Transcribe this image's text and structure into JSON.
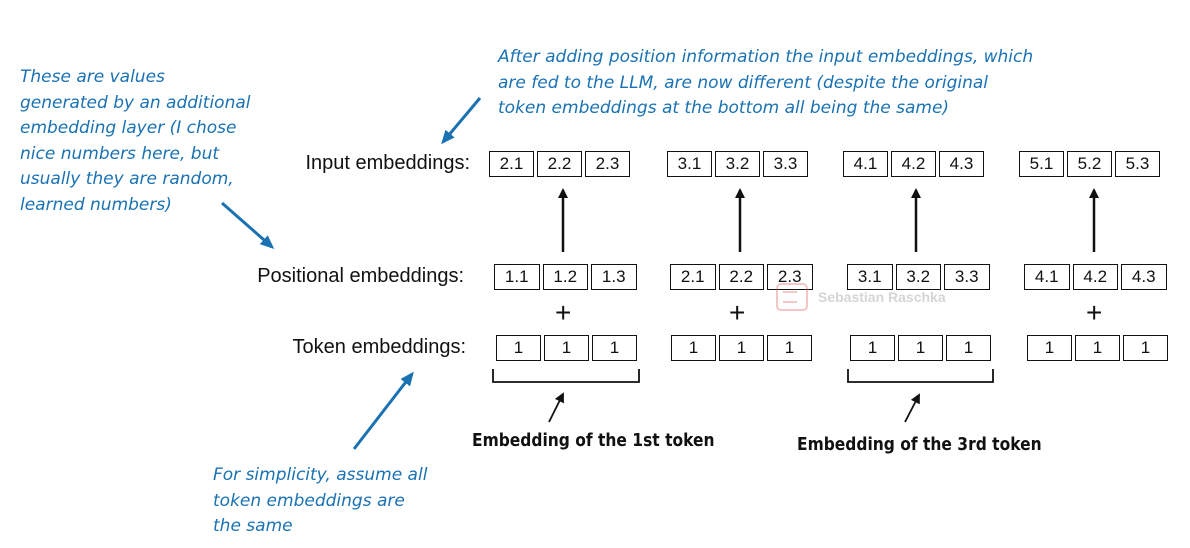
{
  "notes": {
    "top_right": "After adding position information the input embeddings, which\nare fed to the LLM, are now different (despite the original\ntoken embeddings at the bottom all being the same)",
    "left": "These are values\ngenerated by an additional\nembedding layer (I chose\nnice numbers here, but\nusually they are random,\nlearned numbers)",
    "bottom_left": "For simplicity, assume all\ntoken embeddings are\nthe same"
  },
  "labels": {
    "input": "Input embeddings:",
    "positional": "Positional embeddings:",
    "token": "Token embeddings:"
  },
  "tokens": [
    {
      "input": [
        "2.1",
        "2.2",
        "2.3"
      ],
      "positional": [
        "1.1",
        "1.2",
        "1.3"
      ],
      "token": [
        "1",
        "1",
        "1"
      ]
    },
    {
      "input": [
        "3.1",
        "3.2",
        "3.3"
      ],
      "positional": [
        "2.1",
        "2.2",
        "2.3"
      ],
      "token": [
        "1",
        "1",
        "1"
      ]
    },
    {
      "input": [
        "4.1",
        "4.2",
        "4.3"
      ],
      "positional": [
        "3.1",
        "3.2",
        "3.3"
      ],
      "token": [
        "1",
        "1",
        "1"
      ]
    },
    {
      "input": [
        "5.1",
        "5.2",
        "5.3"
      ],
      "positional": [
        "4.1",
        "4.2",
        "4.3"
      ],
      "token": [
        "1",
        "1",
        "1"
      ]
    }
  ],
  "plus_symbol": "+",
  "captions": {
    "first": "Embedding of the 1st token",
    "third": "Embedding of the 3rd token"
  },
  "watermark": "Sebastian Raschka",
  "colors": {
    "annotation": "#1a72b3",
    "ink": "#111111"
  }
}
